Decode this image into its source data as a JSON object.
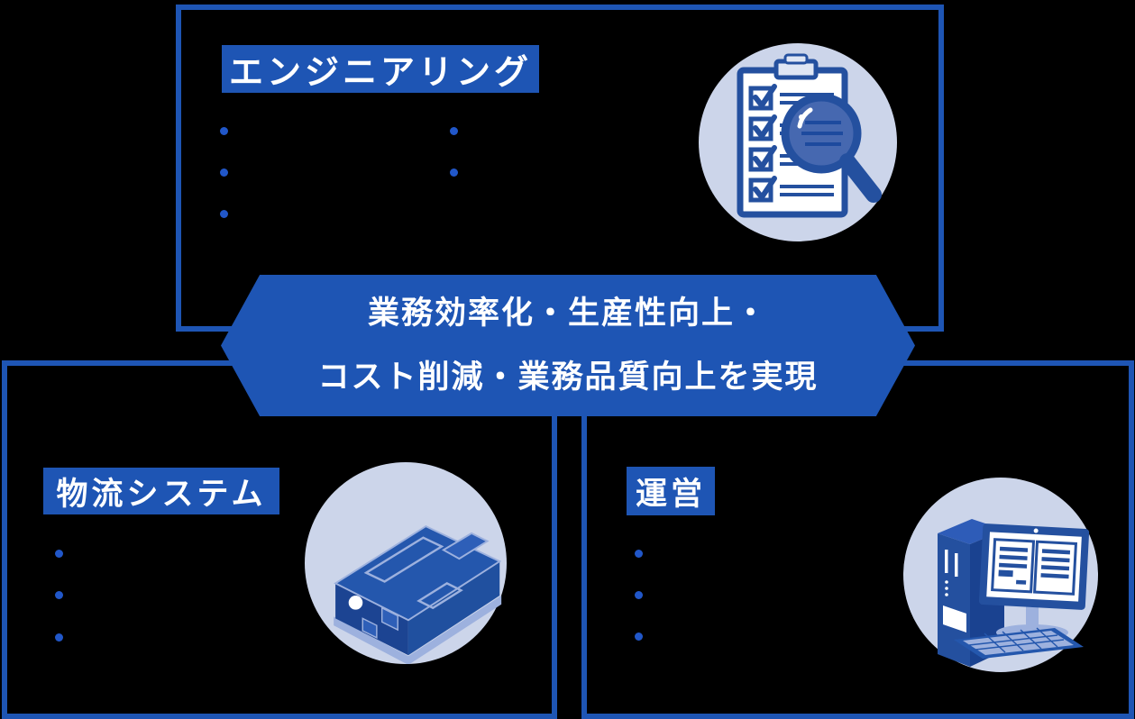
{
  "diagram": {
    "banner": {
      "line1": "業務効率化・生産性向上・",
      "line2": "コスト削減・業務品質向上を実現"
    },
    "sections": {
      "engineering": {
        "title": "エンジニアリング",
        "icon": "checklist-magnifier-icon",
        "bullet_columns": [
          3,
          2
        ]
      },
      "logistics": {
        "title": "物流システム",
        "icon": "sorting-machine-icon",
        "bullet_columns": [
          3
        ]
      },
      "operations": {
        "title": "運営",
        "icon": "desktop-computer-icon",
        "bullet_columns": [
          3
        ]
      }
    },
    "colors": {
      "background": "#000000",
      "primary_blue": "#1e55b4",
      "bullet_blue": "#2157c9",
      "icon_circle_bg": "#ccd5ea",
      "icon_dark_blue": "#24509f",
      "icon_light_blue": "#9db1de",
      "text_white": "#ffffff"
    }
  }
}
